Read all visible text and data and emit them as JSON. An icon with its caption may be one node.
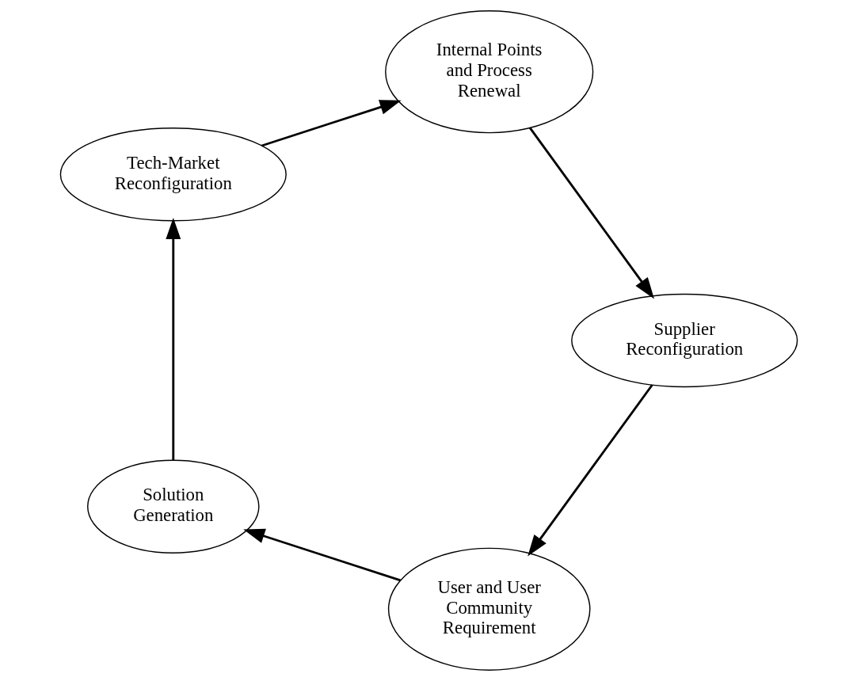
{
  "diagram": {
    "nodes": [
      {
        "text": [
          "User and User Community Requirement"
        ]
      },
      {
        "text": [
          "Solution Generation"
        ]
      },
      {
        "text": [
          "Tech-Market Reconfiguration"
        ]
      },
      {
        "text": [
          "Internal Points and Process Renewal"
        ]
      },
      {
        "text": [
          "Supplier Reconfiguration"
        ]
      }
    ],
    "edges": [
      {
        "from": 0,
        "to": 1,
        "arrow": "to"
      },
      {
        "from": 1,
        "to": 2,
        "arrow": "to"
      },
      {
        "from": 2,
        "to": 3,
        "arrow": "to"
      },
      {
        "from": 3,
        "to": 4,
        "arrow": "to"
      },
      {
        "from": 4,
        "to": 0,
        "arrow": "to"
      }
    ]
  }
}
